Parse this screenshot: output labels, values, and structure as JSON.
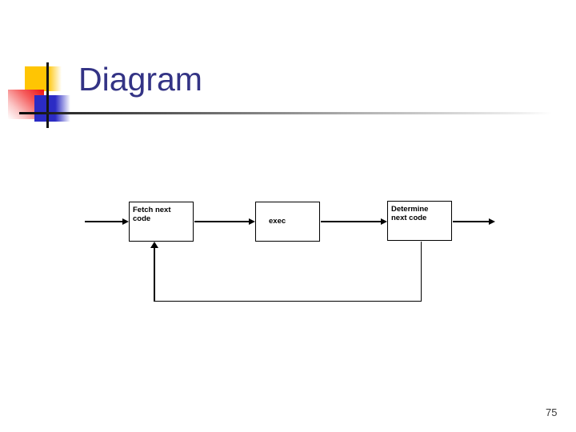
{
  "slide": {
    "title": "Diagram",
    "page_number": "75"
  },
  "diagram": {
    "type": "flowchart",
    "boxes": [
      {
        "id": "fetch",
        "label": "Fetch next code"
      },
      {
        "id": "exec",
        "label": "exec"
      },
      {
        "id": "determine",
        "label": "Determine next code"
      }
    ],
    "connections": [
      {
        "from": "external-left",
        "to": "fetch",
        "style": "arrow"
      },
      {
        "from": "fetch",
        "to": "exec",
        "style": "arrow"
      },
      {
        "from": "exec",
        "to": "determine",
        "style": "arrow"
      },
      {
        "from": "determine",
        "to": "external-right",
        "style": "arrow"
      },
      {
        "from": "determine",
        "to": "fetch",
        "style": "feedback-loop-arrow"
      }
    ]
  },
  "colors": {
    "title_text": "#333385",
    "accent_yellow": "#FFC503",
    "accent_red": "#EE1111",
    "accent_blue": "#2B2BC4",
    "diagram_line": "#000000",
    "background": "#FFFFFF"
  }
}
